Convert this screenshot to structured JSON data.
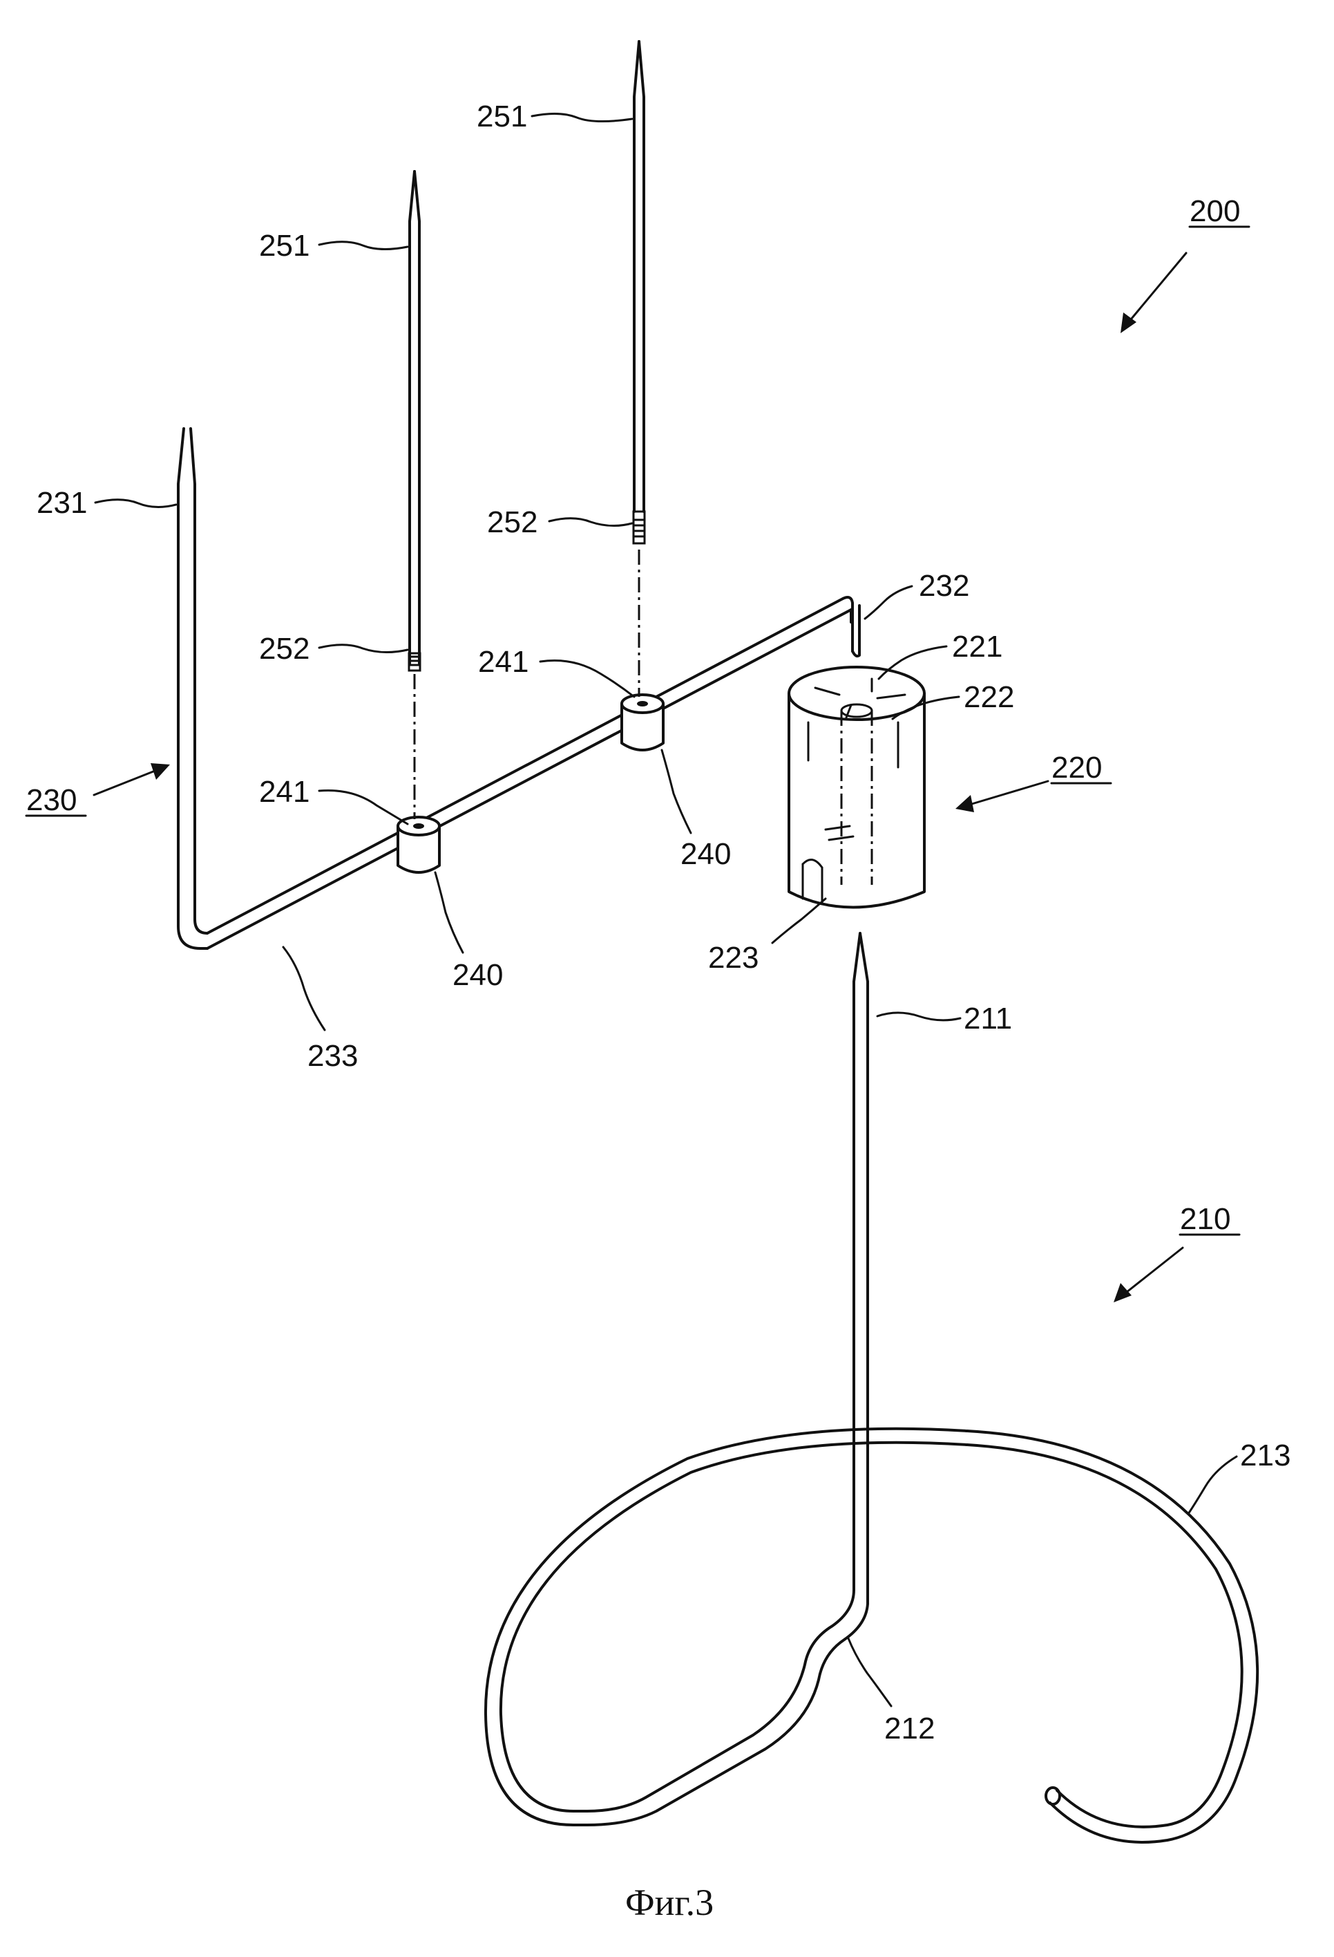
{
  "figure": {
    "caption": "Фиг.3",
    "labels": {
      "l200": "200",
      "l210": "210",
      "l211": "211",
      "l212": "212",
      "l213": "213",
      "l220": "220",
      "l221": "221",
      "l222": "222",
      "l223": "223",
      "l230": "230",
      "l231": "231",
      "l232": "232",
      "l233": "233",
      "l240a": "240",
      "l240b": "240",
      "l241a": "241",
      "l241b": "241",
      "l251a": "251",
      "l251b": "251",
      "l252a": "252",
      "l252b": "252"
    }
  }
}
